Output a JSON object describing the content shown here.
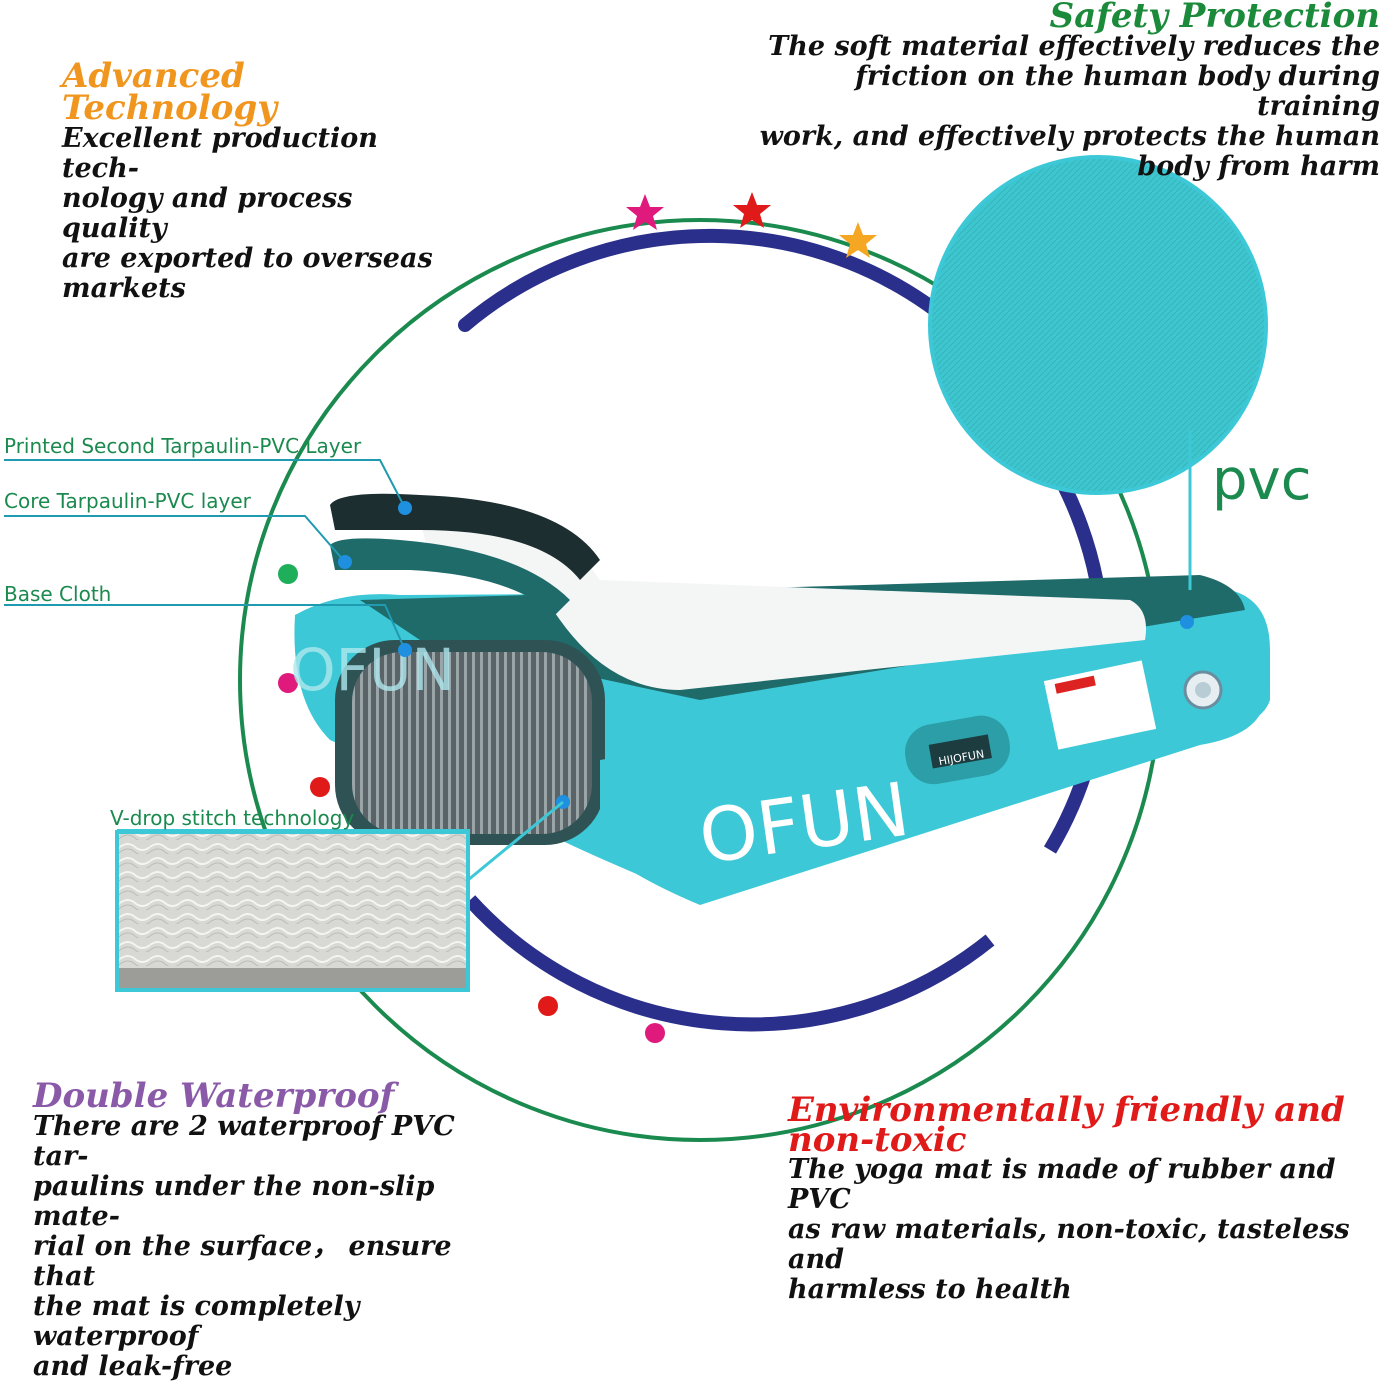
{
  "features": {
    "advanced": {
      "title": "Advanced Technology",
      "body": "Excellent production tech-\nnology and process quality\nare exported to overseas\nmarkets",
      "color": "#f0961e"
    },
    "safety": {
      "title": "Safety Protection",
      "body": "The soft material effectively reduces the\nfriction on the human body during training\nwork, and effectively protects the human\nbody from harm",
      "color": "#1b8a3a"
    },
    "waterproof": {
      "title": "Double Waterproof",
      "body": "There are 2 waterproof PVC tar-\npaulins under the non-slip  mate-\nrial on the surface，  ensure that\nthe mat is completely waterproof\nand leak-free",
      "color": "#8a5aa8"
    },
    "eco": {
      "title": "Environmentally friendly and\nnon-toxic",
      "body": "The yoga mat is made of rubber and PVC\nas raw materials, non-toxic, tasteless and\nharmless to health",
      "color": "#e01919"
    }
  },
  "layers": {
    "printed": "Printed Second Tarpaulin-PVC Layer",
    "core": "Core Tarpaulin-PVC layer",
    "base": "Base Cloth",
    "vdrop": "V-drop stitch technology"
  },
  "material_label": "pvc",
  "brand": {
    "side_text": "OFUN",
    "end_text": "OFUN",
    "handle_text": "HIJOFUN"
  },
  "colors": {
    "accent_teal": "#3cc8d6",
    "dark_teal": "#1f6b6a",
    "navy_arc": "#2a2f8c",
    "green_ring": "#1b8a4f",
    "label_line": "#1f9ab0"
  },
  "icons": [
    "star-icon",
    "dot-icon"
  ]
}
